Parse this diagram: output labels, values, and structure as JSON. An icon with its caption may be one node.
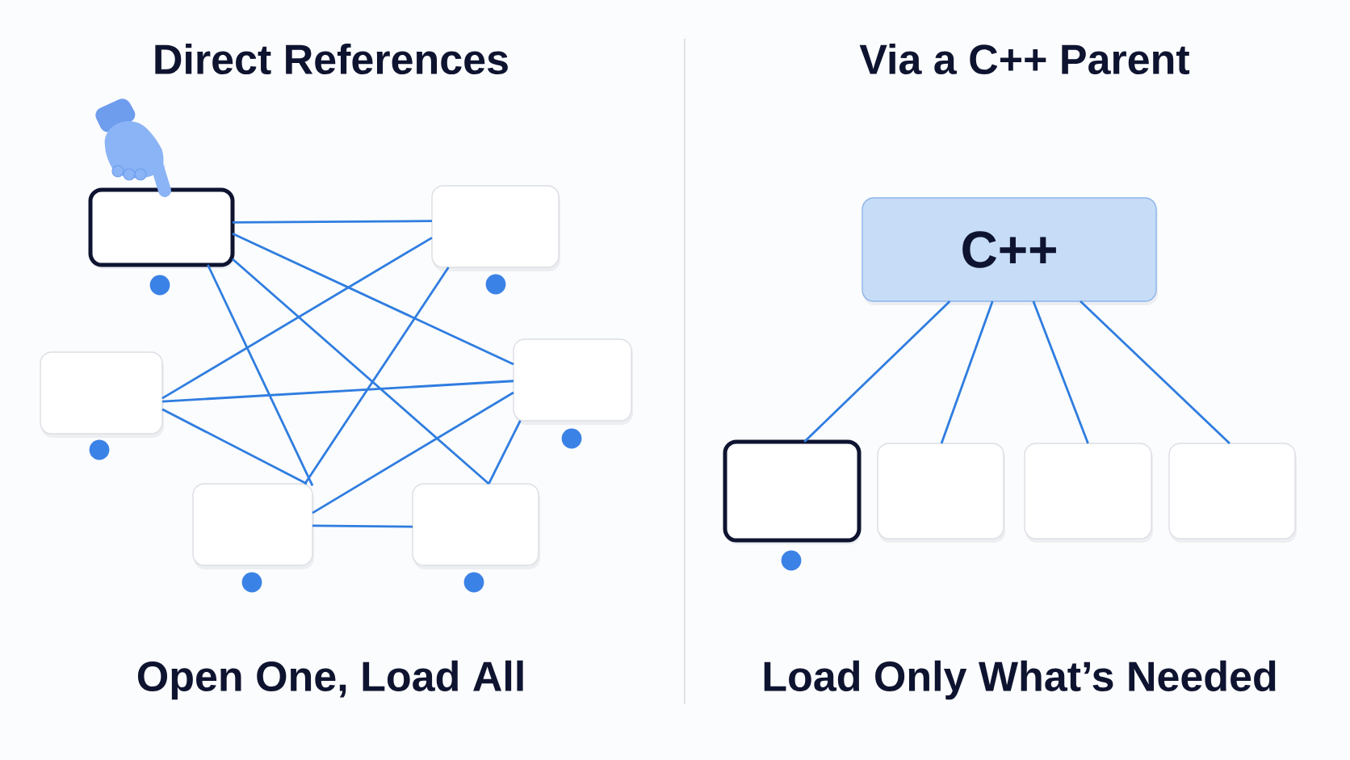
{
  "diagram": {
    "nodes": [
      {
        "text": [],
        "shape": "box"
      },
      {
        "text": [],
        "shape": "box"
      },
      {
        "text": [],
        "shape": "box"
      },
      {
        "text": [],
        "shape": "box"
      },
      {
        "text": [],
        "shape": "box"
      },
      {
        "text": [],
        "shape": "box"
      },
      {
        "text": [
          "C++"
        ]
      },
      {
        "text": [],
        "shape": "box"
      },
      {
        "text": [],
        "shape": "box"
      },
      {
        "text": [],
        "shape": "box"
      },
      {
        "text": [],
        "shape": "box"
      }
    ],
    "edges": [
      {
        "from": 0,
        "to": 1,
        "arrow": "none"
      },
      {
        "from": 0,
        "to": 3,
        "arrow": "none"
      },
      {
        "from": 0,
        "to": 4,
        "arrow": "none"
      },
      {
        "from": 0,
        "to": 5,
        "arrow": "none"
      },
      {
        "from": 1,
        "to": 2,
        "arrow": "none"
      },
      {
        "from": 1,
        "to": 4,
        "arrow": "none"
      },
      {
        "from": 2,
        "to": 3,
        "arrow": "none"
      },
      {
        "from": 2,
        "to": 4,
        "arrow": "none"
      },
      {
        "from": 3,
        "to": 4,
        "arrow": "none"
      },
      {
        "from": 3,
        "to": 5,
        "arrow": "none"
      },
      {
        "from": 4,
        "to": 5,
        "arrow": "none"
      },
      {
        "from": 6,
        "to": 7,
        "arrow": "none"
      },
      {
        "from": 6,
        "to": 8,
        "arrow": "none"
      },
      {
        "from": 6,
        "to": 9,
        "arrow": "none"
      },
      {
        "from": 6,
        "to": 10,
        "arrow": "none"
      }
    ],
    "labels": [
      "Direct References",
      "Via a C++ Parent",
      "Open One, Load All",
      "Load Only What’s Needed"
    ]
  }
}
